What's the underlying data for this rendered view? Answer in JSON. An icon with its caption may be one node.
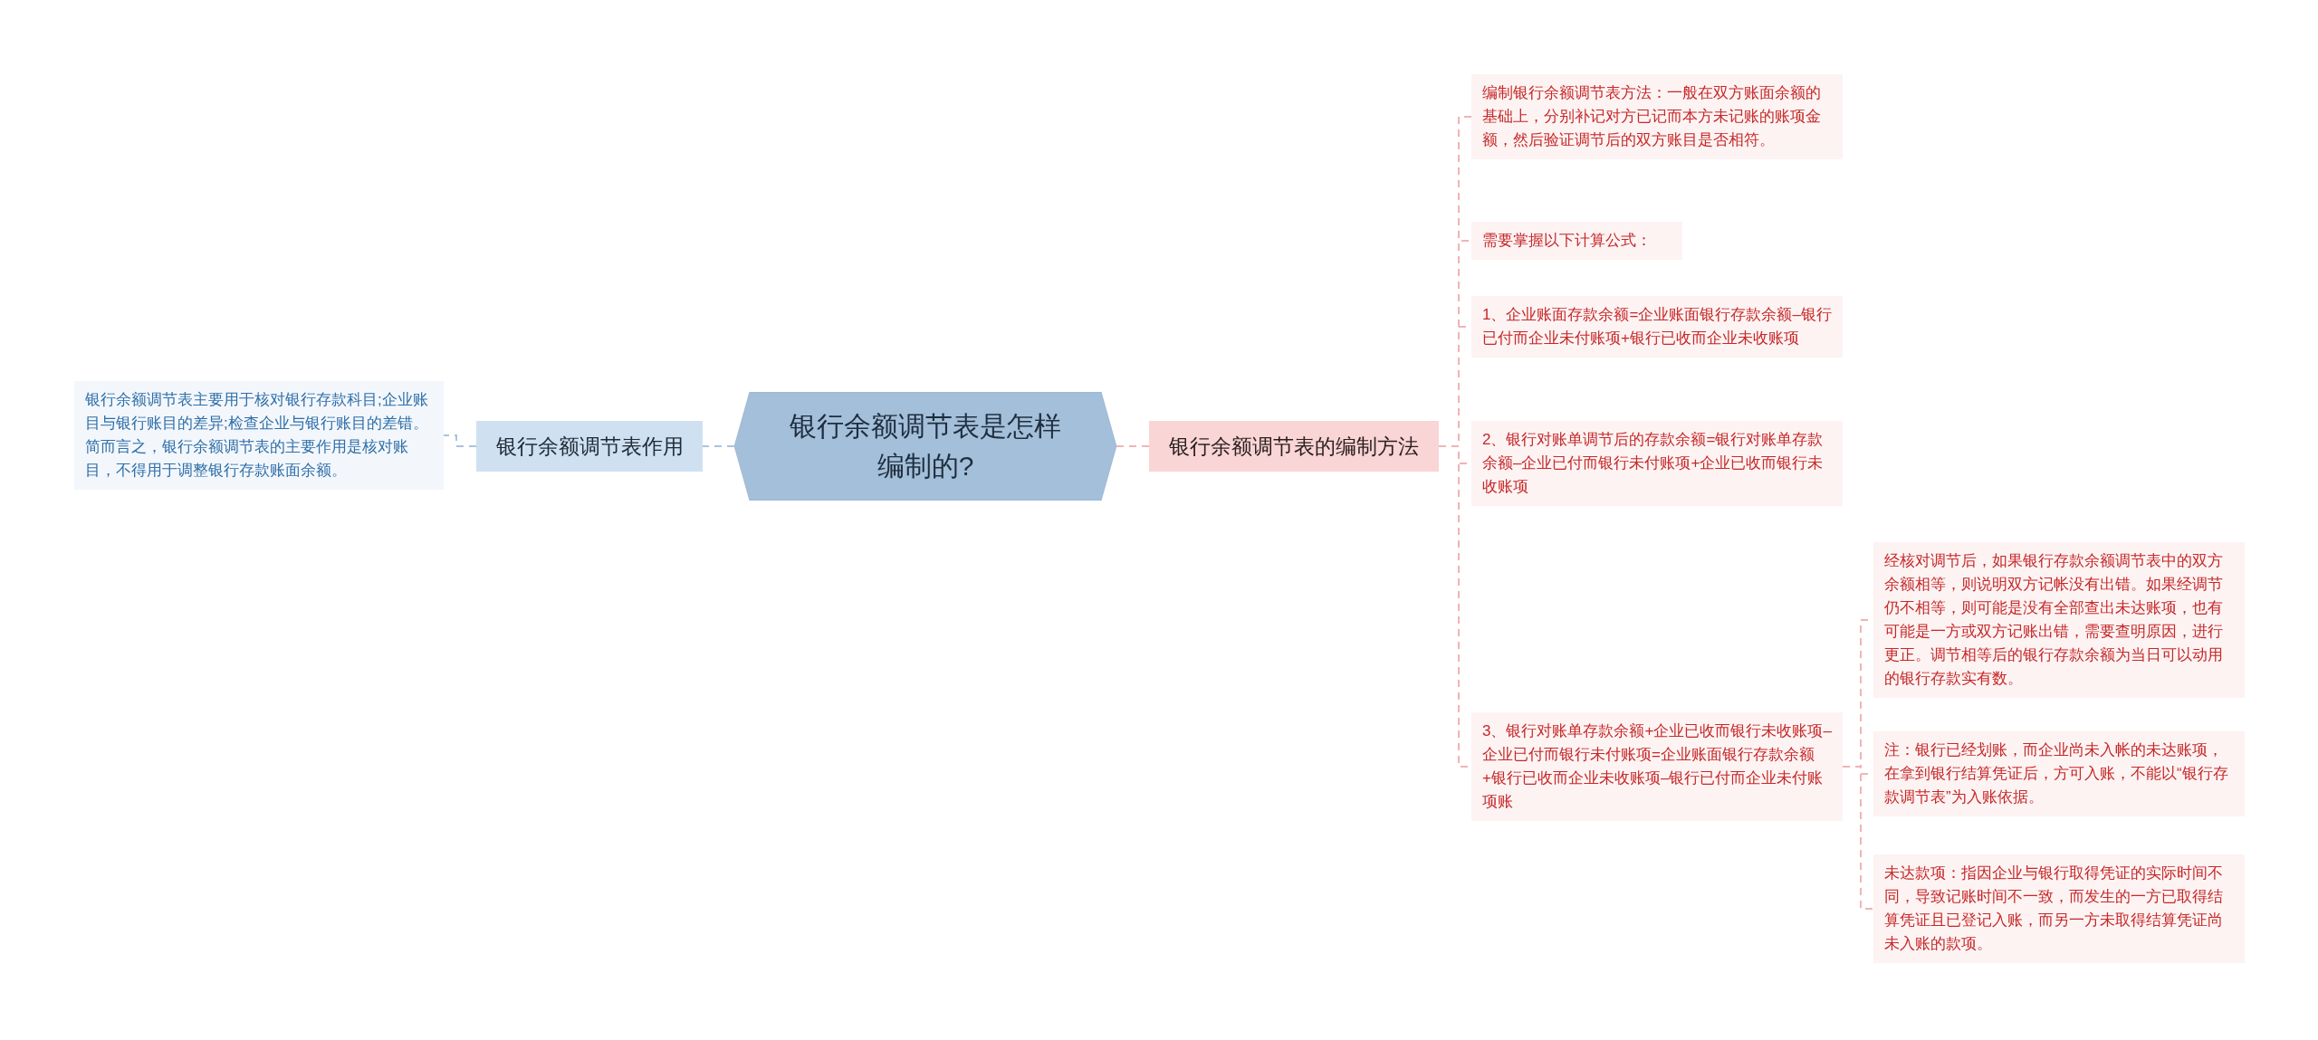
{
  "diagram": {
    "nodes": [
      {
        "text": [
          "银行余额调节表是怎样编制的?"
        ]
      },
      {
        "text": [
          "银行余额调节表作用"
        ]
      },
      {
        "text": [
          "银行余额调节表主要用于核对银行存款科目;企业账目与银行账目的差异;检查企业与银行账目的差错。简而言之，银行余额调节表的主要作用是核对账目，不得用于调整银行存款账面余额。"
        ]
      },
      {
        "text": [
          "银行余额调节表的编制方法"
        ]
      },
      {
        "text": [
          "编制银行余额调节表方法：一般在双方账面余额的基础上，分别补记对方已记而本方未记账的账项金额，然后验证调节后的双方账目是否相符。"
        ]
      },
      {
        "text": [
          "需要掌握以下计算公式："
        ]
      },
      {
        "text": [
          "1、企业账面存款余额=企业账面银行存款余额–银行已付而企业未付账项+银行已收而企业未收账项"
        ]
      },
      {
        "text": [
          "2、银行对账单调节后的存款余额=银行对账单存款余额–企业已付而银行未付账项+企业已收而银行未收账项"
        ]
      },
      {
        "text": [
          "3、银行对账单存款余额+企业已收而银行未收账项–企业已付而银行未付账项=企业账面银行存款余额+银行已收而企业未收账项–银行已付而企业未付账项账"
        ]
      },
      {
        "text": [
          "经核对调节后，如果银行存款余额调节表中的双方余额相等，则说明双方记帐没有出错。如果经调节仍不相等，则可能是没有全部查出未达账项，也有可能是一方或双方记账出错，需要查明原因，进行更正。调节相等后的银行存款余额为当日可以动用的银行存款实有数。"
        ]
      },
      {
        "text": [
          "注：银行已经划账，而企业尚未入帐的未达账项，在拿到银行结算凭证后，方可入账，不能以“银行存款调节表”为入账依据。"
        ]
      },
      {
        "text": [
          "未达款项：指因企业与银行取得凭证的实际时间不同，导致记账时间不一致，而发生的一方已取得结算凭证且已登记入账，而另一方未取得结算凭证尚未入账的款项。"
        ]
      }
    ],
    "edges": [
      {
        "from": 0,
        "to": 1,
        "arrow": "none",
        "style": "dashed",
        "color": "#a9c3dd"
      },
      {
        "from": 1,
        "to": 2,
        "arrow": "none",
        "style": "dashed",
        "color": "#a9c3dd"
      },
      {
        "from": 0,
        "to": 3,
        "arrow": "none",
        "style": "dashed"
      },
      {
        "from": 3,
        "to": 4,
        "arrow": "none",
        "style": "dashed"
      },
      {
        "from": 3,
        "to": 5,
        "arrow": "none",
        "style": "dashed"
      },
      {
        "from": 3,
        "to": 6,
        "arrow": "none",
        "style": "dashed"
      },
      {
        "from": 3,
        "to": 7,
        "arrow": "none",
        "style": "dashed"
      },
      {
        "from": 3,
        "to": 8,
        "arrow": "none",
        "style": "dashed"
      },
      {
        "from": 8,
        "to": 9,
        "arrow": "none",
        "style": "dashed"
      },
      {
        "from": 8,
        "to": 10,
        "arrow": "none",
        "style": "dashed"
      },
      {
        "from": 8,
        "to": 11,
        "arrow": "none",
        "style": "dashed"
      }
    ]
  }
}
